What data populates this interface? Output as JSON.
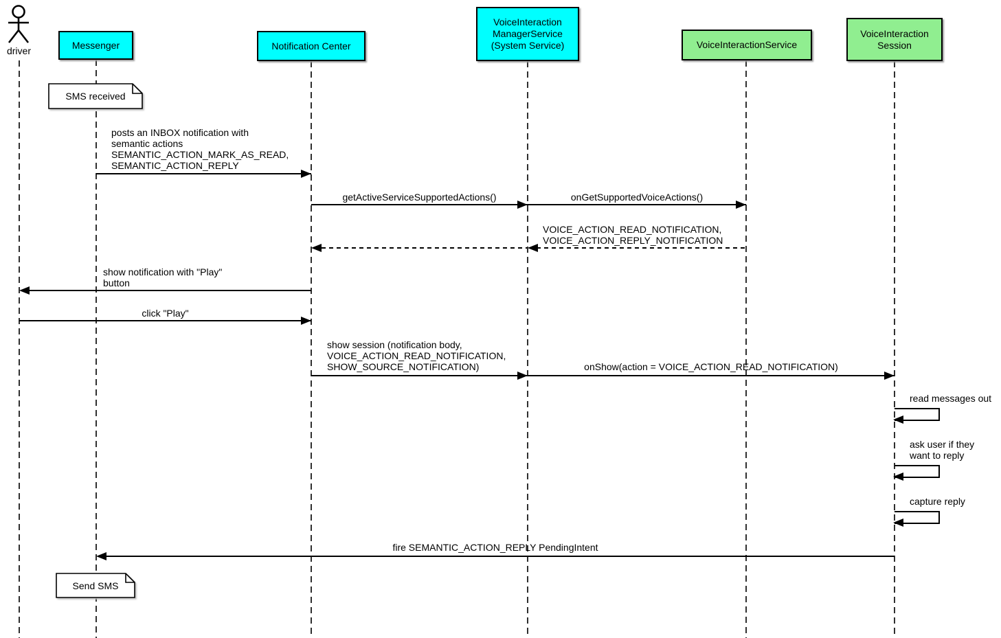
{
  "actor": {
    "label": "driver"
  },
  "participants": [
    {
      "label": "Messenger",
      "fill": "#00FFFF"
    },
    {
      "label": "Notification Center",
      "fill": "#00FFFF"
    },
    {
      "label": "VoiceInteraction\nManagerService\n(System Service)",
      "fill": "#00FFFF"
    },
    {
      "label": "VoiceInteractionService",
      "fill": "#90EE90"
    },
    {
      "label": "VoiceInteraction\nSession",
      "fill": "#90EE90"
    }
  ],
  "notes": [
    {
      "text": "SMS received",
      "attached_to": "Messenger"
    },
    {
      "text": "Send SMS",
      "attached_to": "Messenger"
    }
  ],
  "messages": [
    {
      "from": "Messenger",
      "to": "Notification Center",
      "kind": "solid",
      "label": "posts an INBOX notification with\nsemantic actions\nSEMANTIC_ACTION_MARK_AS_READ,\nSEMANTIC_ACTION_REPLY"
    },
    {
      "from": "Notification Center",
      "to": "VoiceInteractionManagerService",
      "kind": "solid",
      "label": "getActiveServiceSupportedActions()"
    },
    {
      "from": "VoiceInteractionManagerService",
      "to": "VoiceInteractionService",
      "kind": "solid",
      "label": "onGetSupportedVoiceActions()"
    },
    {
      "from": "VoiceInteractionService",
      "to": "VoiceInteractionManagerService",
      "kind": "dashed",
      "label": "VOICE_ACTION_READ_NOTIFICATION,\nVOICE_ACTION_REPLY_NOTIFICATION"
    },
    {
      "from": "VoiceInteractionManagerService",
      "to": "Notification Center",
      "kind": "dashed",
      "label": ""
    },
    {
      "from": "Notification Center",
      "to": "driver",
      "kind": "solid",
      "label": "show notification with \"Play\"\nbutton"
    },
    {
      "from": "driver",
      "to": "Notification Center",
      "kind": "solid",
      "label": "click \"Play\""
    },
    {
      "from": "Notification Center",
      "to": "VoiceInteractionManagerService",
      "kind": "solid",
      "label": "show session (notification body,\nVOICE_ACTION_READ_NOTIFICATION,\nSHOW_SOURCE_NOTIFICATION)"
    },
    {
      "from": "VoiceInteractionManagerService",
      "to": "VoiceInteractionSession",
      "kind": "solid",
      "label": "onShow(action = VOICE_ACTION_READ_NOTIFICATION)"
    },
    {
      "from": "VoiceInteractionSession",
      "to": "VoiceInteractionSession",
      "kind": "self",
      "label": "read messages out"
    },
    {
      "from": "VoiceInteractionSession",
      "to": "VoiceInteractionSession",
      "kind": "self",
      "label": "ask user if they\nwant to reply"
    },
    {
      "from": "VoiceInteractionSession",
      "to": "VoiceInteractionSession",
      "kind": "self",
      "label": "capture reply"
    },
    {
      "from": "VoiceInteractionSession",
      "to": "Messenger",
      "kind": "solid",
      "label": "fire SEMANTIC_ACTION_REPLY PendingIntent"
    }
  ],
  "colors": {
    "participant_cyan": "#00FFFF",
    "participant_green": "#90EE90",
    "line": "#000000",
    "note_fill": "#FFFFFF",
    "background": "#FFFFFF"
  }
}
